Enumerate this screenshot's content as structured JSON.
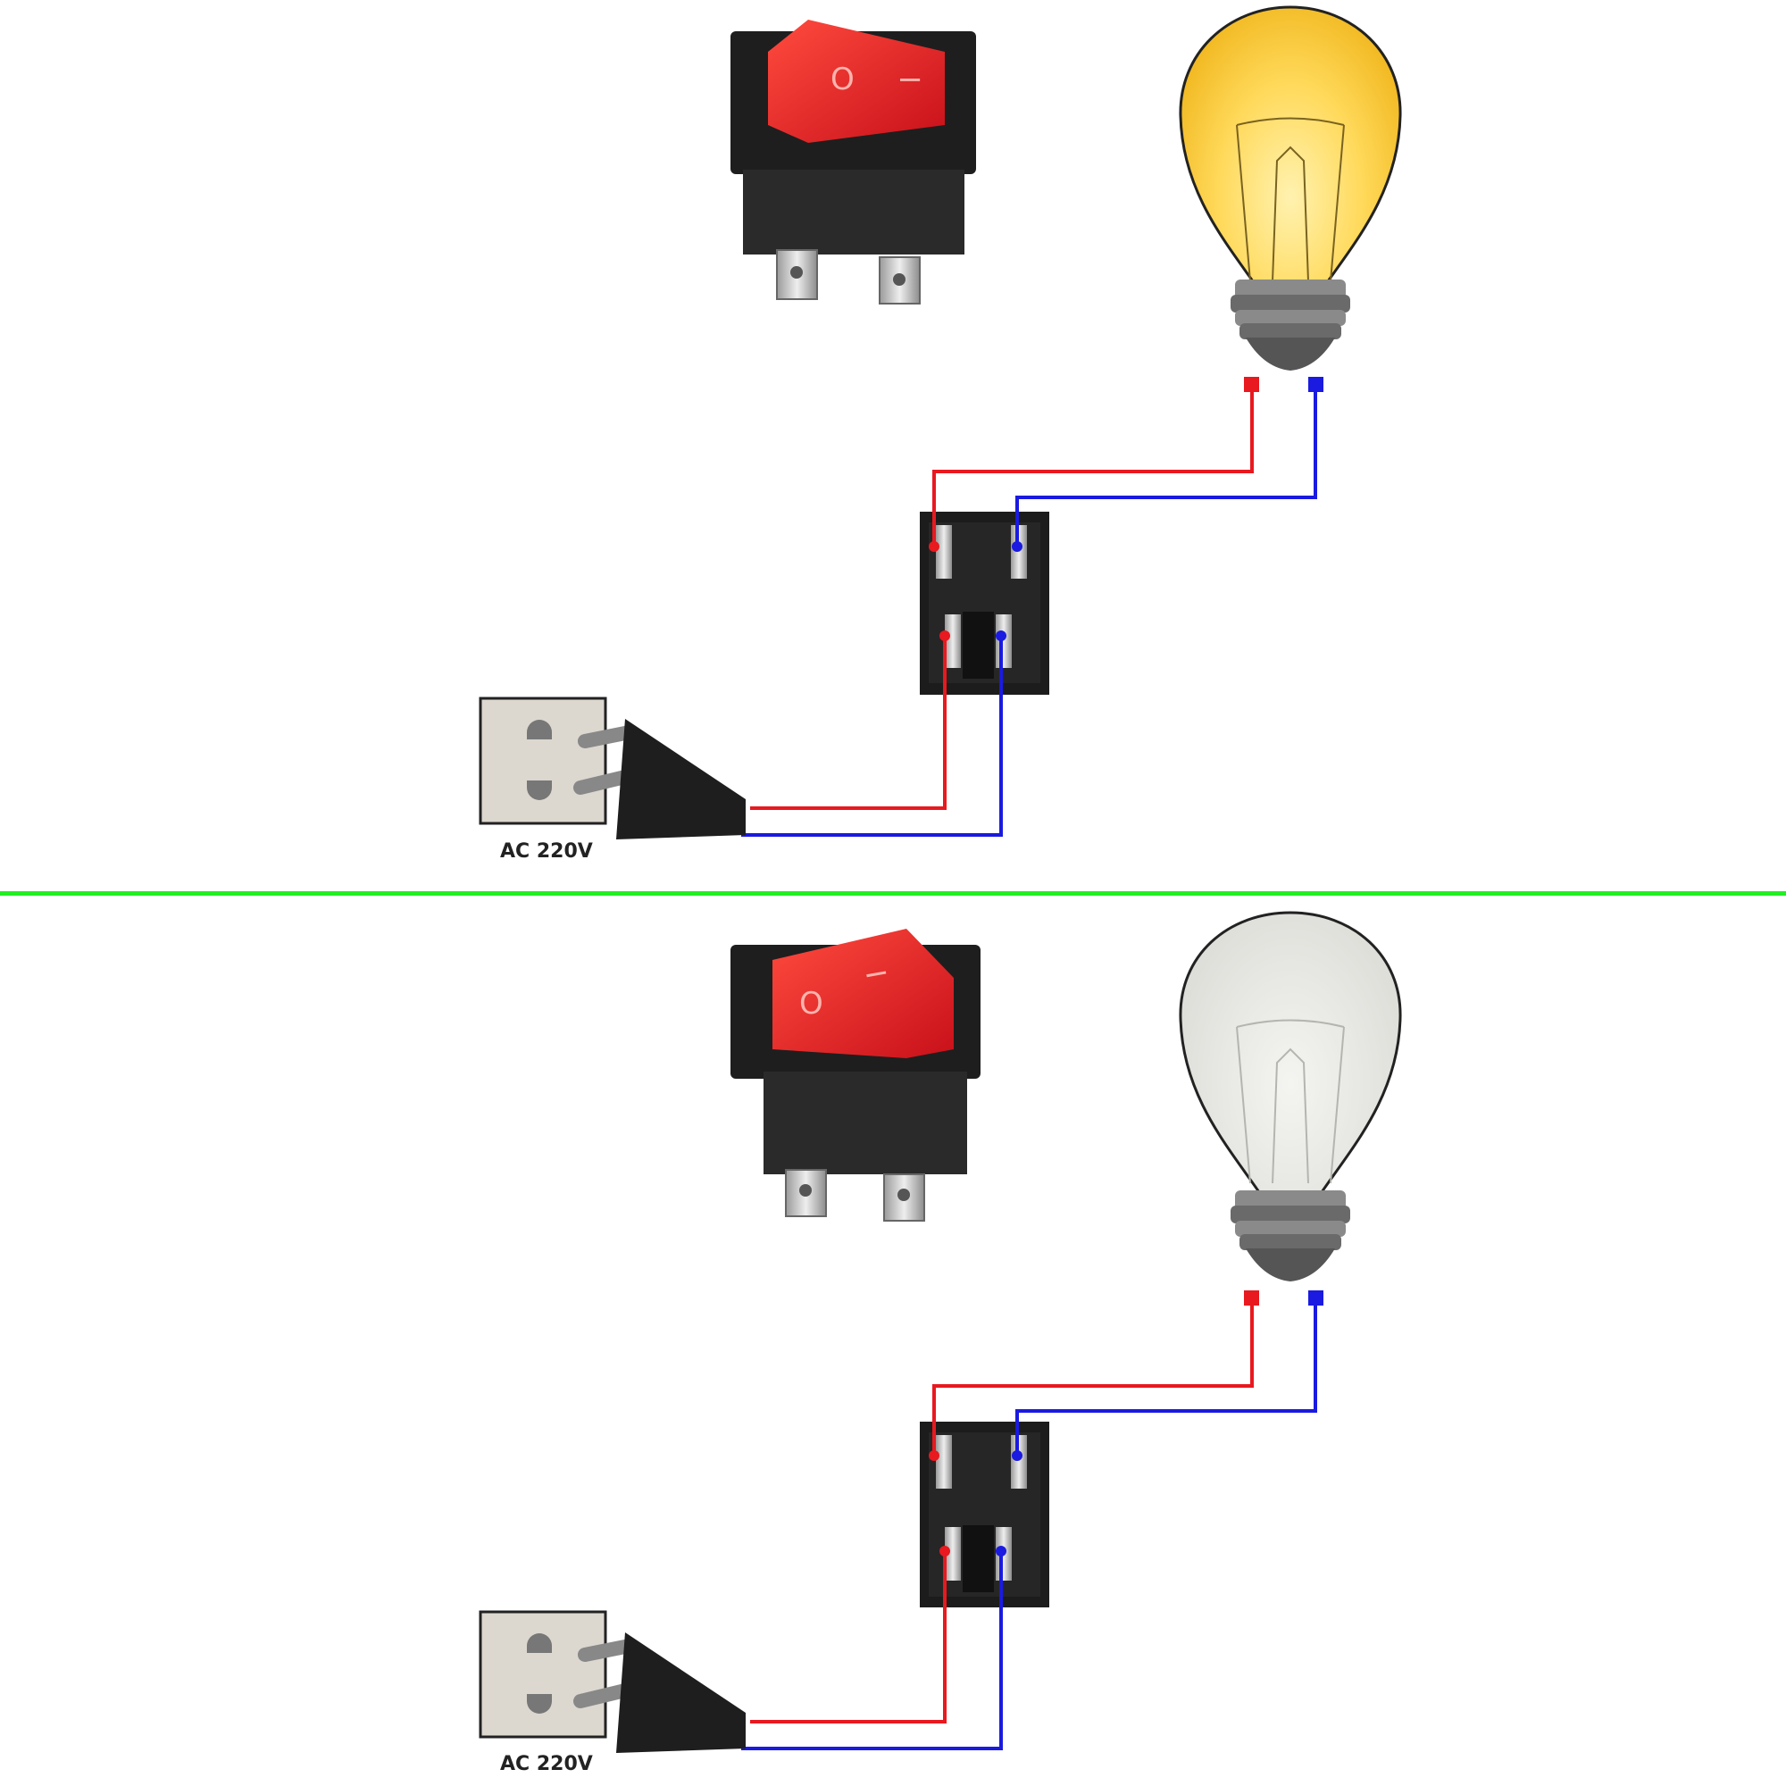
{
  "panels": [
    {
      "state": "on",
      "switch_symbols": [
        "O",
        "I"
      ],
      "lamp_lit": true,
      "source_label": "AC 220V"
    },
    {
      "state": "off",
      "switch_symbols": [
        "O",
        "I"
      ],
      "lamp_lit": false,
      "source_label": "AC 220V"
    }
  ],
  "colors": {
    "live_wire": "#e8191f",
    "neutral_wire": "#1a1ae0",
    "divider": "#22ee22",
    "rocker_red": "#e21b1b",
    "lamp_lit": "#f7c840",
    "lamp_off": "#e8e8e4"
  }
}
